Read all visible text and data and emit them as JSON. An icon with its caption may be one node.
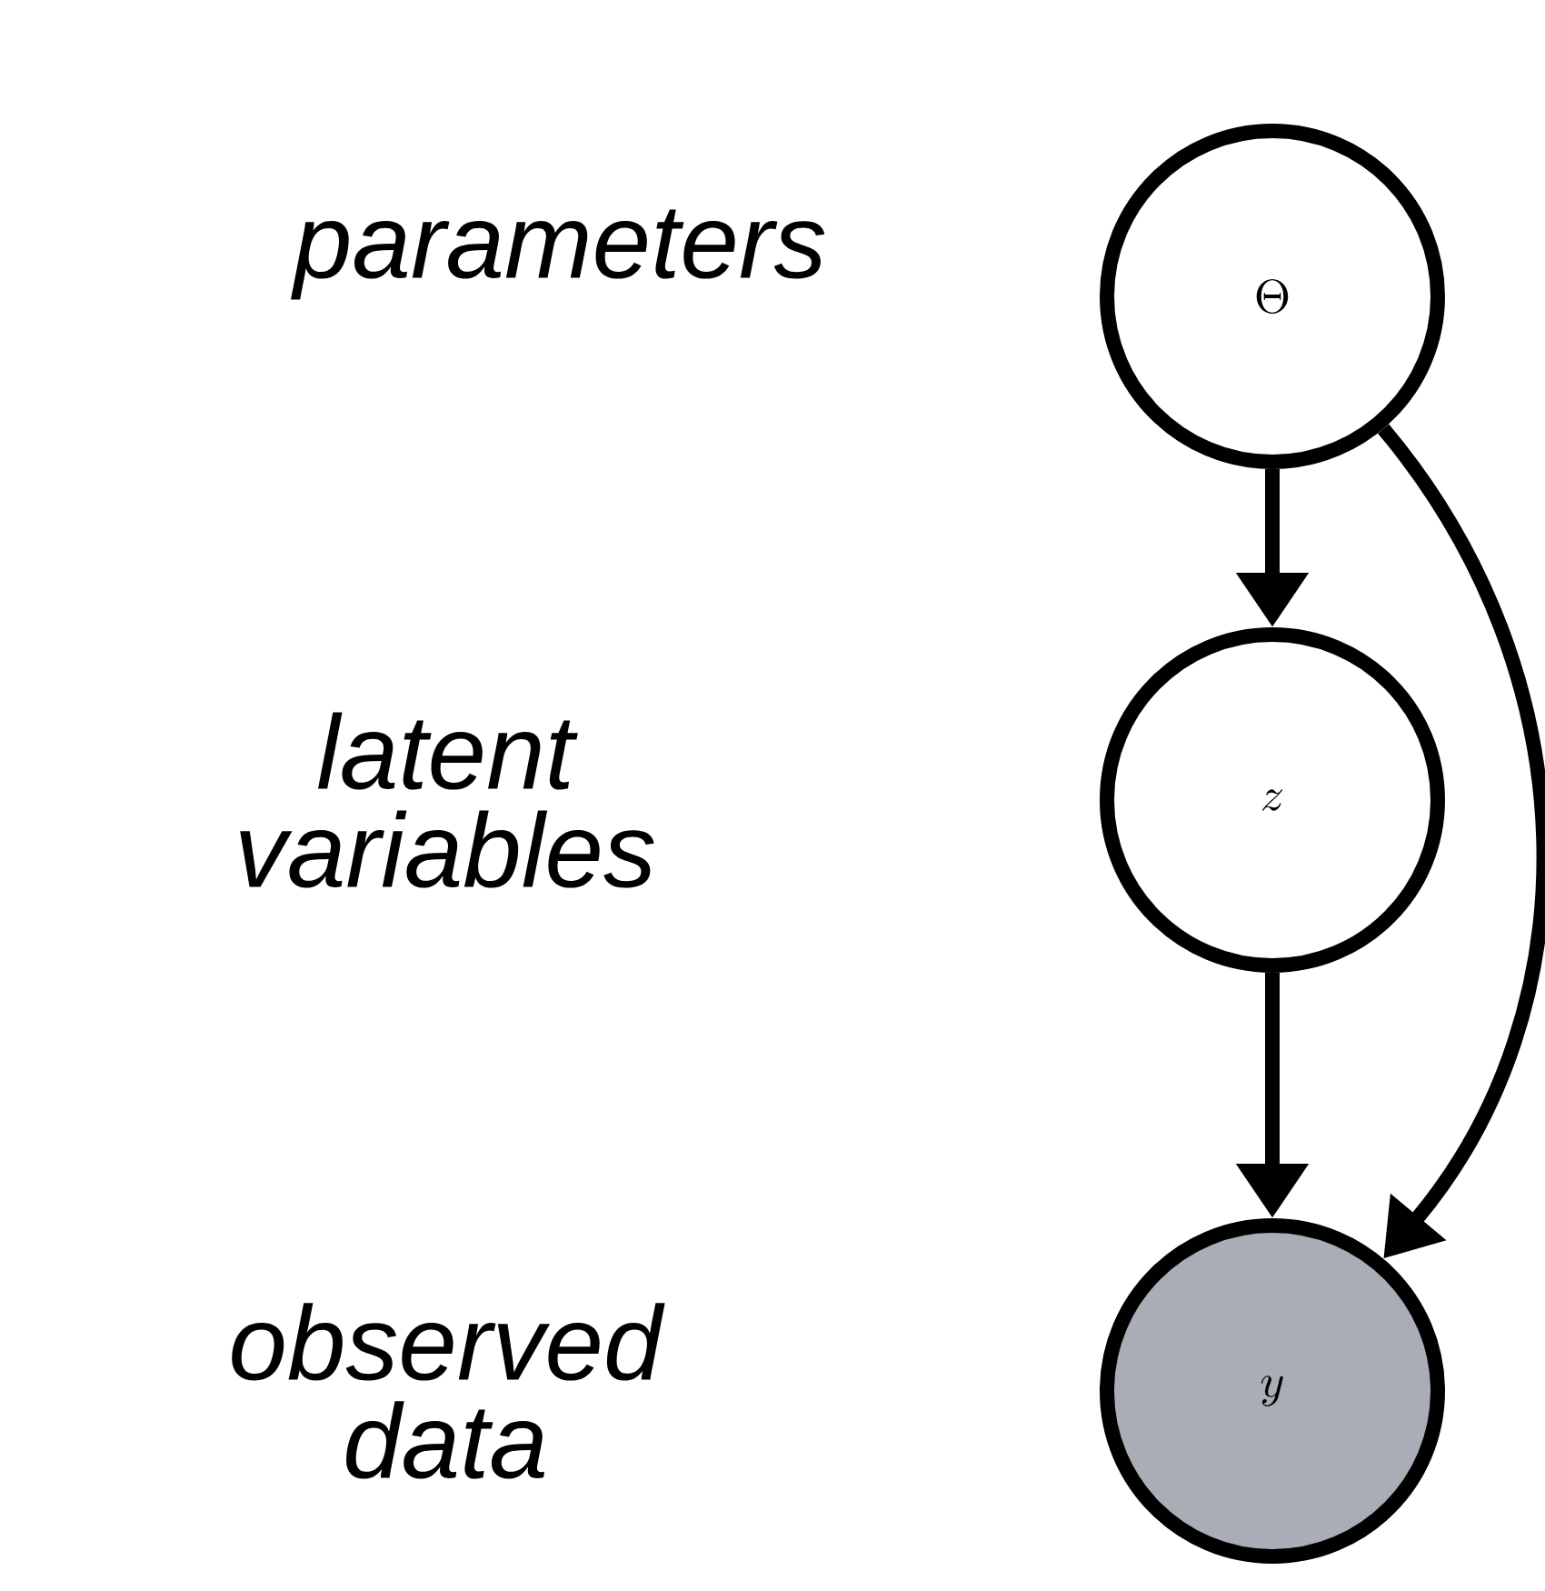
{
  "diagram": {
    "nodes": [
      {
        "text": [
          "\\Theta"
        ]
      },
      {
        "text": [
          "z"
        ]
      },
      {
        "text": [
          "y"
        ]
      }
    ],
    "edges": [
      {
        "from": 0,
        "to": 1,
        "arrow": "to"
      },
      {
        "from": 1,
        "to": 2,
        "arrow": "to"
      },
      {
        "from": 0,
        "to": 2,
        "arrow": "to"
      }
    ],
    "labels": [
      "parameters",
      "latent variables",
      "observed data"
    ]
  }
}
